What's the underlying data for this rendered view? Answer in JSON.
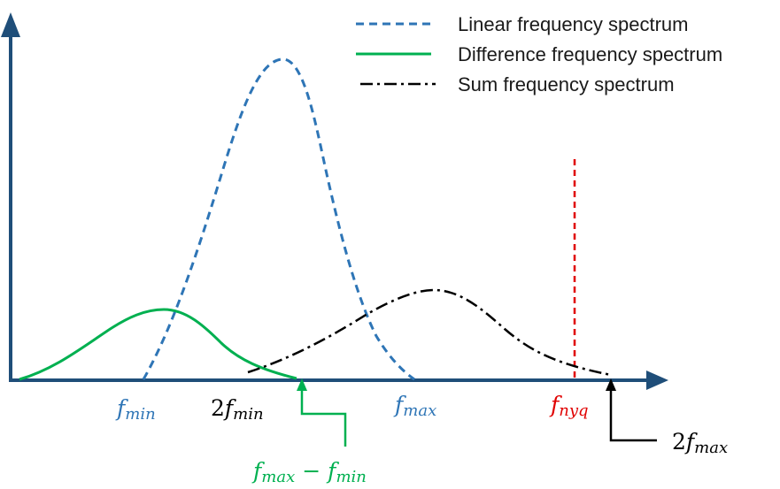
{
  "colors": {
    "axis": "#1f4e79",
    "linear": "#2e75b6",
    "difference": "#00b050",
    "sum": "#000000",
    "nyquist": "#e00000"
  },
  "legend": {
    "linear": "Linear frequency spectrum",
    "difference": "Difference frequency spectrum",
    "sum": "Sum frequency spectrum"
  },
  "labels": {
    "f_min": {
      "base": "f",
      "sub": "min"
    },
    "two_f_min": {
      "coef": "2",
      "base": "f",
      "sub": "min"
    },
    "f_max": {
      "base": "f",
      "sub": "max"
    },
    "f_nyq": {
      "base": "f",
      "sub": "nyq"
    },
    "two_f_max": {
      "coef": "2",
      "base": "f",
      "sub": "max"
    },
    "diff": {
      "base1": "f",
      "sub1": "max",
      "op": "−",
      "base2": "f",
      "sub2": "min"
    }
  }
}
